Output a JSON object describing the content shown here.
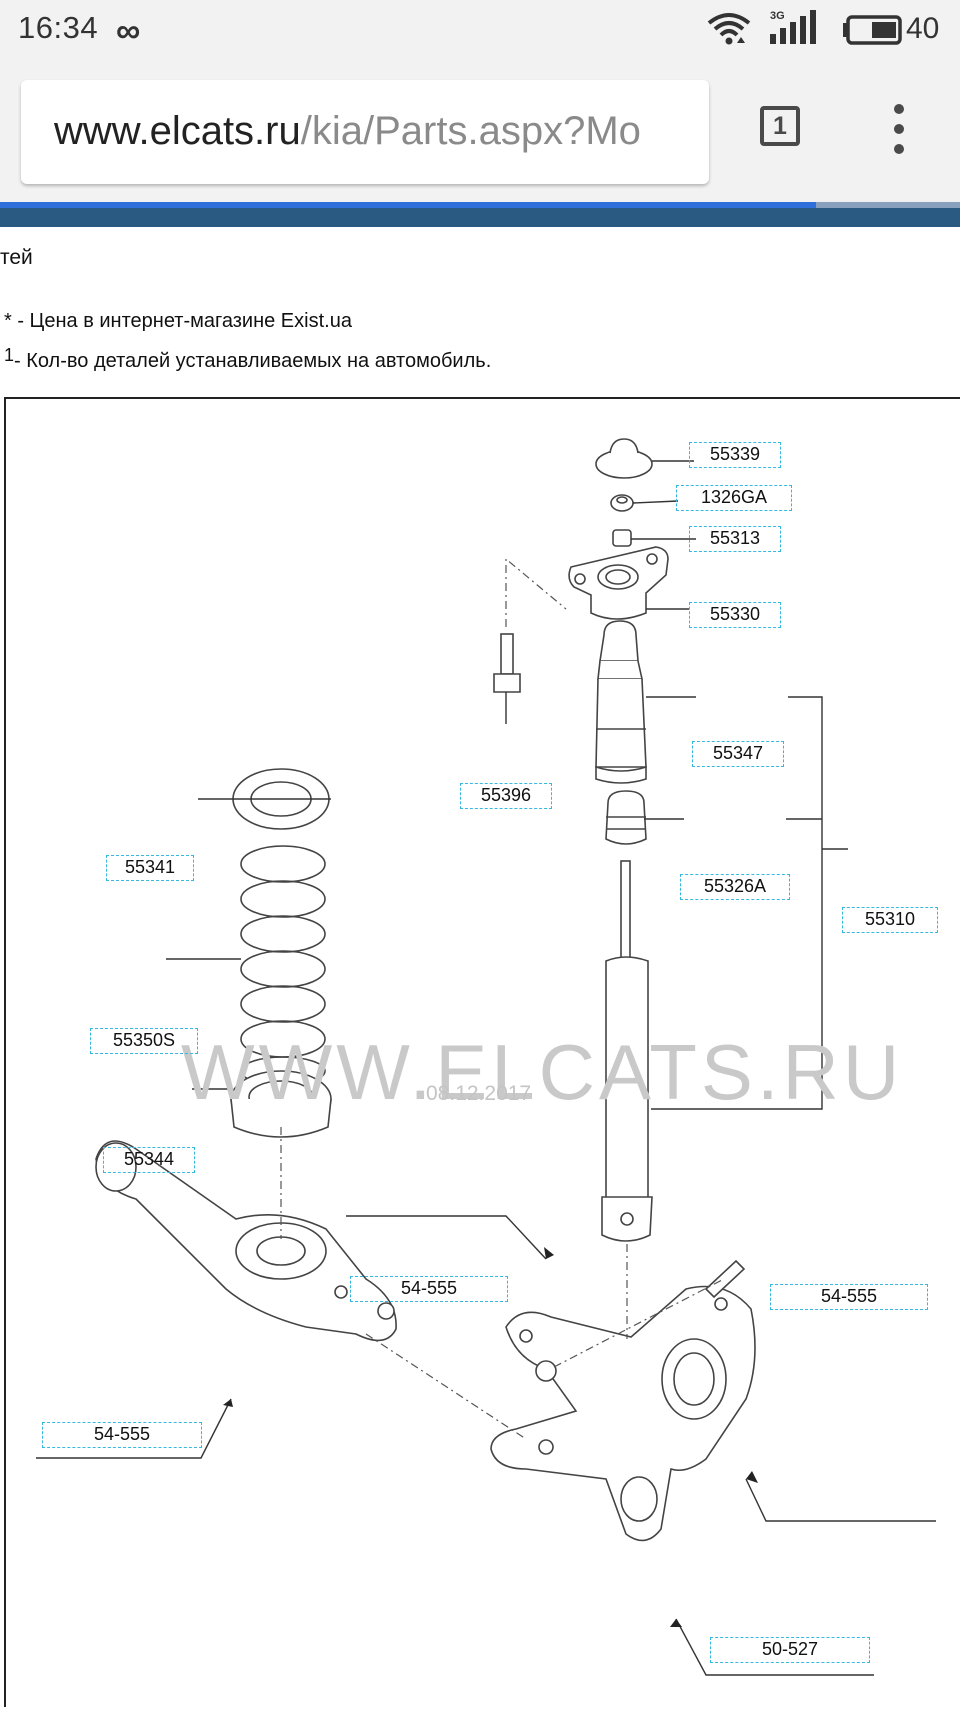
{
  "status_bar": {
    "time": "16:34",
    "network": "3G",
    "battery": "40"
  },
  "browser": {
    "url_host": "www.elcats.ru",
    "url_path": "/kia/Parts.aspx?Mo",
    "tab_count": "1"
  },
  "page": {
    "fragment": "тей",
    "note_price": "* - Цена в интернет-магазине Exist.ua",
    "note_qty_sup": "1",
    "note_qty": " - Кол-во деталей устанавливаемых на автомобиль."
  },
  "diagram": {
    "watermark": "WWW.ELCATS.RU",
    "watermark_date": "08.12.2017",
    "callouts": {
      "c55339": "55339",
      "c1326GA": "1326GA",
      "c55313": "55313",
      "c55330": "55330",
      "c55396": "55396",
      "c55347": "55347",
      "c55341": "55341",
      "c55326A": "55326A",
      "c55310": "55310",
      "c55350S": "55350S",
      "c55344": "55344",
      "c54555a": "54-555",
      "c54555b": "54-555",
      "c54555c": "54-555",
      "c50527": "50-527"
    }
  },
  "colors": {
    "chrome_bg": "#f2f2f2",
    "progress": "#2f6fd9",
    "header_strip": "#2a5a82",
    "callout_border": "#35b9e0"
  }
}
